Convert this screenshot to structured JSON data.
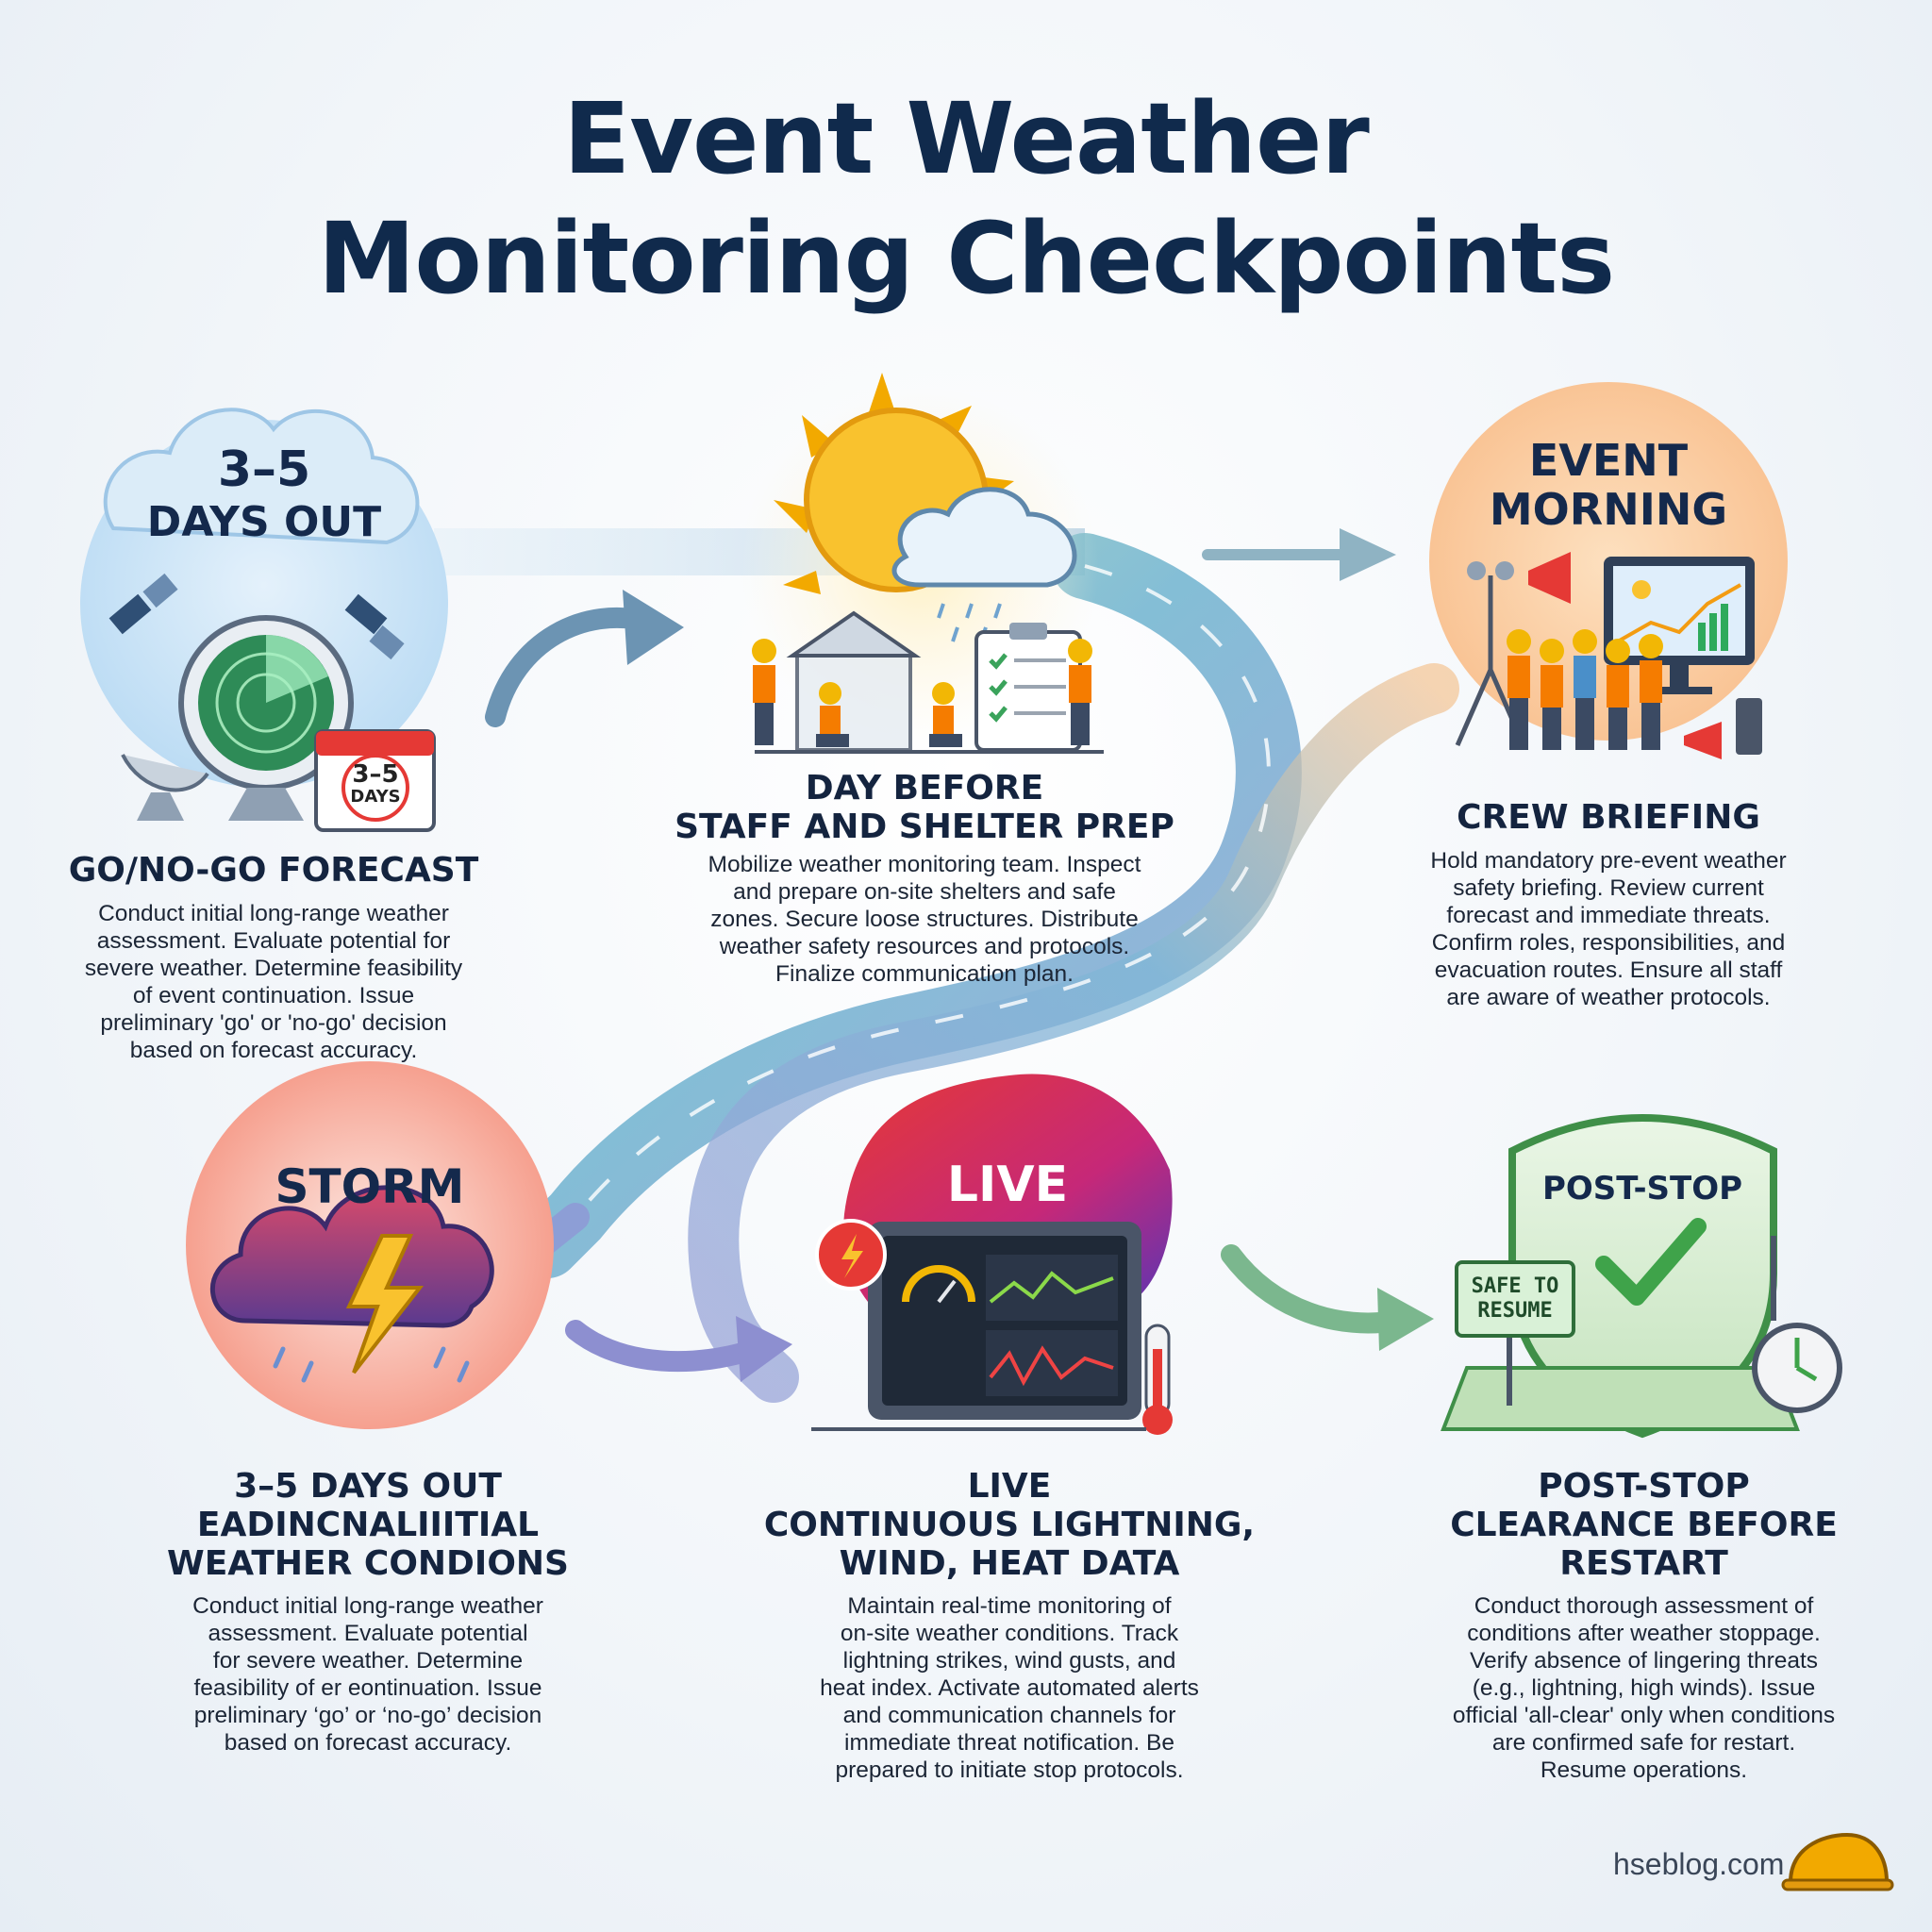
{
  "title": {
    "line1": "Event Weather",
    "line2": "Monitoring Checkpoints"
  },
  "checkpoints": [
    {
      "badge": [
        "3–5",
        "DAYS OUT"
      ],
      "icon_label": [
        "3–5",
        "DAYS"
      ],
      "heading": [
        "GO/NO-GO FORECAST"
      ],
      "body": [
        "Conduct initial long-range weather",
        "assessment. Evaluate potential for",
        "severe weather. Determine feasibility",
        "of event continuation. Issue",
        "preliminary 'go' or 'no-go' decision",
        "based on forecast accuracy."
      ]
    },
    {
      "badge": [],
      "heading": [
        "DAY BEFORE",
        "STAFF AND SHELTER PREP"
      ],
      "body": [
        "Mobilize weather monitoring team. Inspect",
        "and prepare on-site shelters and safe",
        "zones. Secure loose structures. Distribute",
        "weather safety resources and protocols.",
        "Finalize communication plan."
      ]
    },
    {
      "badge": [
        "EVENT",
        "MORNING"
      ],
      "heading": [
        "CREW BRIEFING"
      ],
      "body": [
        "Hold mandatory pre-event weather",
        "safety briefing. Review current",
        "forecast and immediate threats.",
        "Confirm roles, responsibilities, and",
        "evacuation routes. Ensure all staff",
        "are aware of weather protocols."
      ]
    },
    {
      "badge": [
        "STORM"
      ],
      "heading": [
        "3–5 DAYS OUT",
        "EADINCNALIIITIAL",
        "WEATHER CONDIONS"
      ],
      "body": [
        "Conduct initial long-range weather",
        "assessment. Evaluate potential",
        "for severe weather. Determine",
        "feasibility of er eontinuation. Issue",
        "preliminary ‘go’ or ‘no-go’ decision",
        "based on forecast accuracy."
      ]
    },
    {
      "badge": [
        "LIVE"
      ],
      "heading": [
        "LIVE",
        "CONTINUOUS LIGHTNING,",
        "WIND, HEAT DATA"
      ],
      "body": [
        "Maintain real-time monitoring of",
        "on-site weather conditions. Track",
        "lightning strikes, wind gusts, and",
        "heat index. Activate automated alerts",
        "and communication channels for",
        "immediate threat notification. Be",
        "prepared to initiate stop protocols."
      ]
    },
    {
      "badge": [
        "POST-STOP"
      ],
      "sign": [
        "SAFE TO",
        "RESUME"
      ],
      "heading": [
        "POST-STOP",
        "CLEARANCE BEFORE",
        "RESTART"
      ],
      "body": [
        "Conduct thorough assessment of",
        "conditions after weather stoppage.",
        "Verify absence of lingering threats",
        "(e.g., lightning, high winds). Issue",
        "official 'all-clear' only when conditions",
        "are confirmed safe for restart.",
        "Resume operations."
      ]
    }
  ],
  "footer": {
    "site": "hseblog.com",
    "icon": "hard-hat-icon"
  },
  "colors": {
    "title": "#102a4c",
    "storm": "#f08a7a",
    "live": "#e53935",
    "post_stop": "#4caf50",
    "event_morning": "#f6b47a",
    "days_out": "#a8d0ef"
  }
}
